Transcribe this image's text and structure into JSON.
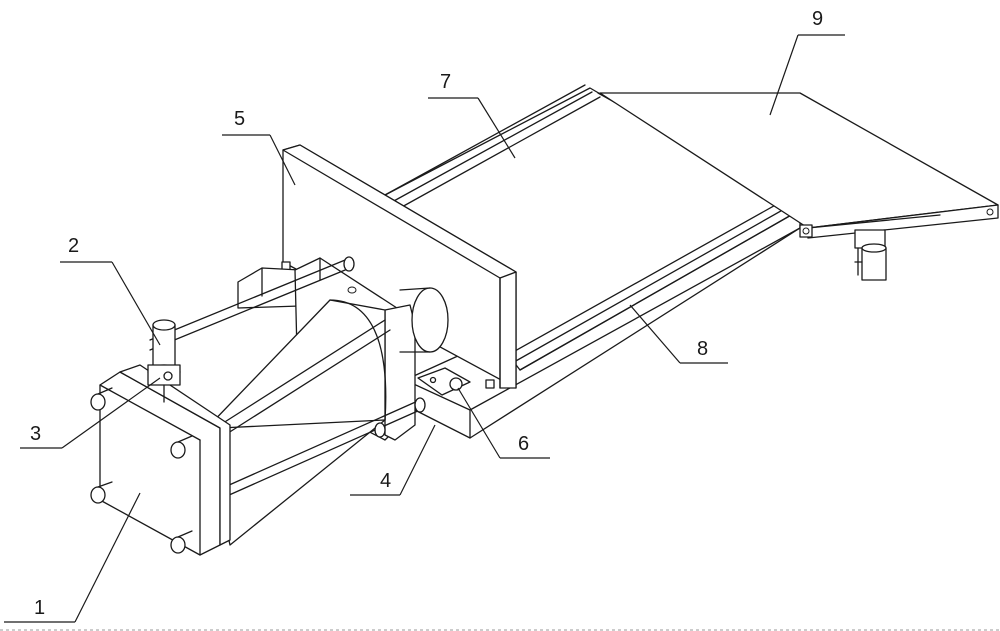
{
  "diagram": {
    "labels": {
      "p1": "1",
      "p2": "2",
      "p3": "3",
      "p4": "4",
      "p5": "5",
      "p6": "6",
      "p7": "7",
      "p8": "8",
      "p9": "9"
    },
    "colors": {
      "line": "#1a1a1a",
      "background": "#ffffff"
    }
  }
}
